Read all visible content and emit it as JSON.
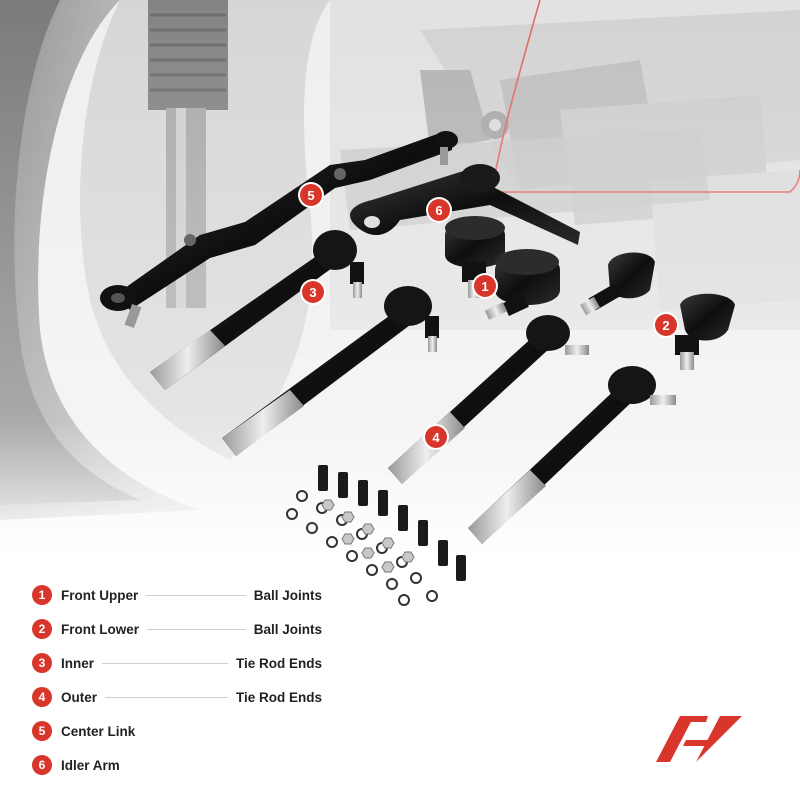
{
  "callouts": [
    {
      "id": "1",
      "label": "1"
    },
    {
      "id": "2",
      "label": "2"
    },
    {
      "id": "3",
      "label": "3"
    },
    {
      "id": "4",
      "label": "4"
    },
    {
      "id": "5",
      "label": "5"
    },
    {
      "id": "6",
      "label": "6"
    }
  ],
  "legend": [
    {
      "num": "1",
      "left": "Front Upper",
      "right": "Ball Joints"
    },
    {
      "num": "2",
      "left": "Front Lower",
      "right": "Ball Joints"
    },
    {
      "num": "3",
      "left": "Inner",
      "right": "Tie Rod Ends"
    },
    {
      "num": "4",
      "left": "Outer",
      "right": "Tie Rod Ends"
    },
    {
      "num": "5",
      "left": "Center Link",
      "right": ""
    },
    {
      "num": "6",
      "left": "Idler Arm",
      "right": ""
    }
  ],
  "colors": {
    "accent": "#d9362b",
    "parts": "#141414",
    "background": "#ffffff"
  },
  "icons": {
    "logo": "brand-logo-icon"
  }
}
